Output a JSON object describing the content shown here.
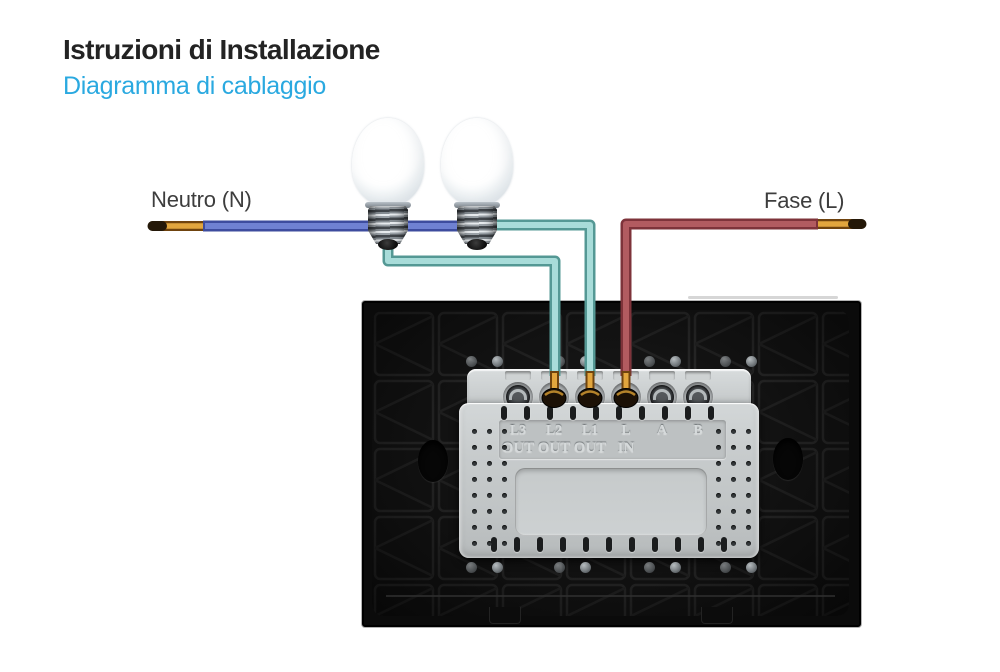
{
  "header": {
    "title": "Istruzioni di Installazione",
    "subtitle": "Diagramma di cablaggio",
    "title_color": "#232323",
    "subtitle_color": "#2aa9e0"
  },
  "wiring": {
    "neutral_label": "Neutro (N)",
    "live_label": "Fase (L)",
    "colors": {
      "neutral_wire": "#6f81d2",
      "load_wire": "#a8dcd9",
      "live_wire": "#b25b60",
      "bare_copper": "#e2a63e"
    },
    "bulb_count": 2
  },
  "switch": {
    "terminals": [
      "L3",
      "L2",
      "L1",
      "L",
      "A",
      "B"
    ],
    "directions": [
      "OUT",
      "OUT",
      "OUT",
      "IN"
    ],
    "wired_terminals": [
      "L2",
      "L1",
      "L"
    ],
    "panel_color": "#0b0b0b",
    "block_color": "#c7cbcc"
  }
}
